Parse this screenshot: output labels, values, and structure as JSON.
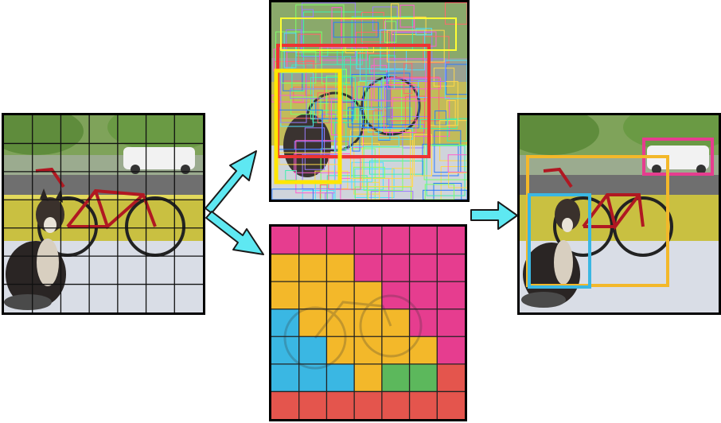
{
  "grid": {
    "rows": 7,
    "cols": 7
  },
  "colors": {
    "accent_arrow": "#5ee8f2",
    "class_pink": "#e63d8f",
    "class_yellow": "#f3b82a",
    "class_blue": "#3ab7e3",
    "class_green": "#5cb85c",
    "class_red": "#e4554d"
  },
  "class_map": [
    [
      "pink",
      "pink",
      "pink",
      "pink",
      "pink",
      "pink",
      "pink"
    ],
    [
      "yellow",
      "yellow",
      "yellow",
      "pink",
      "pink",
      "pink",
      "pink"
    ],
    [
      "yellow",
      "yellow",
      "yellow",
      "yellow",
      "pink",
      "pink",
      "pink"
    ],
    [
      "blue",
      "yellow",
      "yellow",
      "yellow",
      "yellow",
      "pink",
      "pink"
    ],
    [
      "blue",
      "blue",
      "yellow",
      "yellow",
      "yellow",
      "yellow",
      "pink"
    ],
    [
      "blue",
      "blue",
      "blue",
      "yellow",
      "green",
      "green",
      "red"
    ],
    [
      "red",
      "red",
      "red",
      "red",
      "red",
      "red",
      "red"
    ]
  ],
  "final_detections": [
    {
      "class": "car",
      "color": "#e63d8f"
    },
    {
      "class": "bicycle",
      "color": "#f3b82a"
    },
    {
      "class": "dog",
      "color": "#3ab7e3"
    }
  ],
  "icons": {
    "arrow_up": "arrow-right-up-icon",
    "arrow_down": "arrow-right-down-icon",
    "arrow_right": "arrow-right-icon"
  }
}
